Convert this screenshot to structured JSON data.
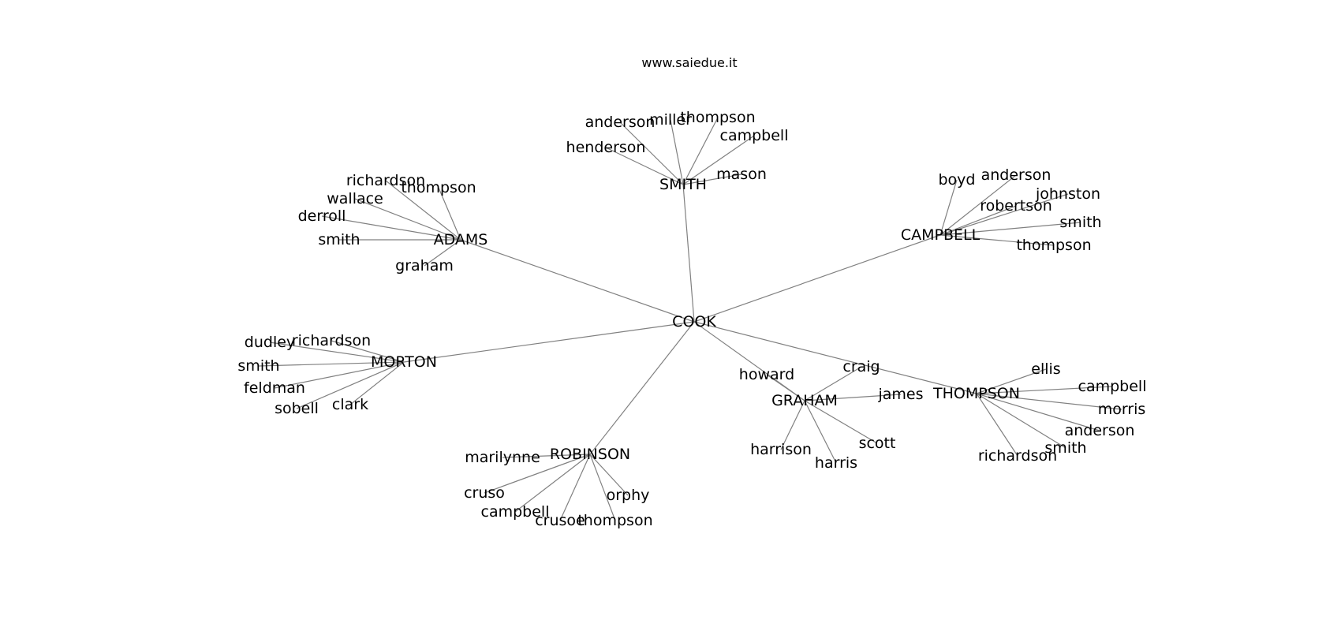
{
  "header": {
    "site": "www.saiedue.it"
  },
  "graph": {
    "root": "COOK",
    "clusters": [
      {
        "name": "SMITH",
        "children": [
          "anderson",
          "miller",
          "thompson",
          "campbell",
          "henderson",
          "mason"
        ]
      },
      {
        "name": "ADAMS",
        "children": [
          "richardson",
          "thompson",
          "wallace",
          "derroll",
          "smith",
          "graham"
        ]
      },
      {
        "name": "CAMPBELL",
        "children": [
          "boyd",
          "anderson",
          "johnston",
          "robertson",
          "smith",
          "thompson"
        ]
      },
      {
        "name": "MORTON",
        "children": [
          "dudley",
          "richardson",
          "smith",
          "feldman",
          "sobell",
          "clark"
        ]
      },
      {
        "name": "ROBINSON",
        "children": [
          "marilynne",
          "cruso",
          "campbell",
          "crusoe",
          "thompson",
          "orphy"
        ]
      },
      {
        "name": "GRAHAM",
        "children": [
          "howard",
          "craig",
          "james",
          "scott",
          "harris",
          "harrison"
        ]
      },
      {
        "name": "THOMPSON",
        "children": [
          "ellis",
          "campbell",
          "morris",
          "anderson",
          "smith",
          "richardson"
        ]
      }
    ]
  }
}
